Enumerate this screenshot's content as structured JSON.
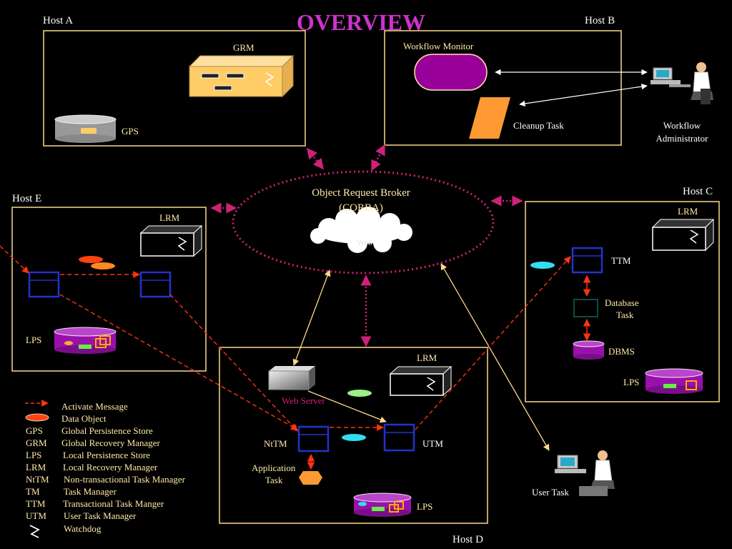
{
  "title": "OVERVIEW",
  "colors": {
    "background": "#000000",
    "title": "#cc33cc",
    "label": "#ffe9a8",
    "host_border": "#ffd88a",
    "orb_dots": "#cc2277",
    "activate_arrow": "#ff3311",
    "task_box": "#2233cc",
    "lps_fill": "#9911aa",
    "grm_fill": "#ffcc66",
    "cleanup_fill": "#ff9933",
    "data_object": "#ff4411"
  },
  "hosts": {
    "a": {
      "label": "Host A"
    },
    "b": {
      "label": "Host B"
    },
    "c": {
      "label": "Host C"
    },
    "d": {
      "label": "Host D"
    },
    "e": {
      "label": "Host E"
    }
  },
  "components": {
    "grm": "GRM",
    "gps": "GPS",
    "workflow_monitor": "Workflow Monitor",
    "cleanup_task": "Cleanup Task",
    "workflow_admin_line1": "Workflow",
    "workflow_admin_line2": "Administrator",
    "orb_line1": "Object Request Broker",
    "orb_line2": "(CORBA)",
    "web": "Web",
    "lrm": "LRM",
    "lps": "LPS",
    "ttm": "TTM",
    "database_task_line1": "Database",
    "database_task_line2": "Task",
    "dbms": "DBMS",
    "web_server": "Web Server",
    "ntm": "NtTM",
    "utm": "UTM",
    "application_task_line1": "Application",
    "application_task_line2": "Task",
    "user_task": "User Task"
  },
  "legend": [
    {
      "icon": "activate-message-arrow",
      "abbr": "",
      "text": "Activate Message"
    },
    {
      "icon": "data-object-ellipse",
      "abbr": "",
      "text": "Data Object"
    },
    {
      "icon": "",
      "abbr": "GPS",
      "text": "Global Persistence Store"
    },
    {
      "icon": "",
      "abbr": "GRM",
      "text": "Global Recovery Manager"
    },
    {
      "icon": "",
      "abbr": "LPS",
      "text": "Local Persistence Store"
    },
    {
      "icon": "",
      "abbr": "LRM",
      "text": "Local Recovery Manager"
    },
    {
      "icon": "",
      "abbr": "NtTM",
      "text": "Non-transactional Task Manager"
    },
    {
      "icon": "",
      "abbr": "TM",
      "text": "Task Manager"
    },
    {
      "icon": "",
      "abbr": "TTM",
      "text": "Transactional Task Manger"
    },
    {
      "icon": "",
      "abbr": "UTM",
      "text": "User Task Manager"
    },
    {
      "icon": "watchdog-icon",
      "abbr": "",
      "text": "Watchdog"
    }
  ]
}
